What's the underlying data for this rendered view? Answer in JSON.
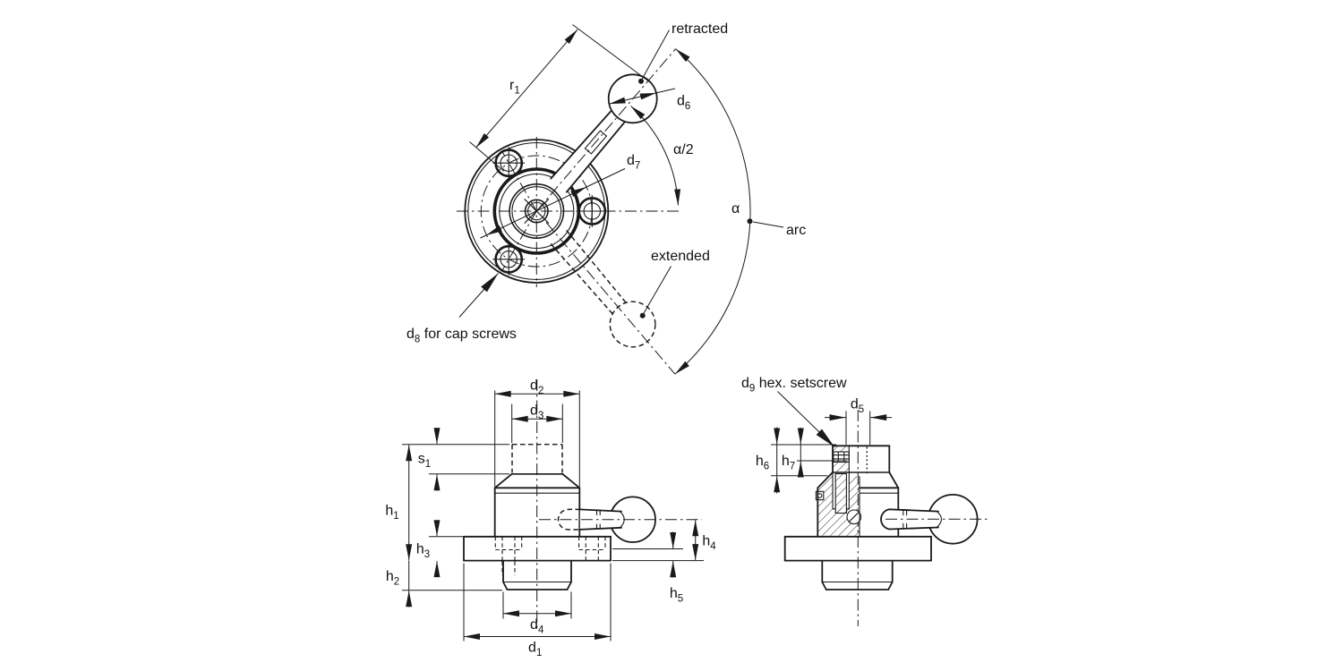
{
  "diagram_title": "cam-action indexing plunger dimension drawing",
  "colors": {
    "line": "#1a1a1a",
    "background": "#ffffff"
  },
  "labels": {
    "retracted": "retracted",
    "extended": "extended",
    "arc": "arc",
    "alpha": "α",
    "alpha_half": "α/2",
    "r1": {
      "base": "r",
      "sub": "1"
    },
    "d6": {
      "base": "d",
      "sub": "6"
    },
    "d7": {
      "base": "d",
      "sub": "7"
    },
    "d8": {
      "base": "d",
      "sub": "8",
      "rest": " for cap screws"
    },
    "d9": {
      "base": "d",
      "sub": "9",
      "rest": " hex. setscrew"
    },
    "d1": {
      "base": "d",
      "sub": "1"
    },
    "d2": {
      "base": "d",
      "sub": "2"
    },
    "d3": {
      "base": "d",
      "sub": "3"
    },
    "d4": {
      "base": "d",
      "sub": "4"
    },
    "d5": {
      "base": "d",
      "sub": "5"
    },
    "s1": {
      "base": "s",
      "sub": "1"
    },
    "h1": {
      "base": "h",
      "sub": "1"
    },
    "h2": {
      "base": "h",
      "sub": "2"
    },
    "h3": {
      "base": "h",
      "sub": "3"
    },
    "h4": {
      "base": "h",
      "sub": "4"
    },
    "h5": {
      "base": "h",
      "sub": "5"
    },
    "h6": {
      "base": "h",
      "sub": "6"
    },
    "h7": {
      "base": "h",
      "sub": "7"
    }
  }
}
